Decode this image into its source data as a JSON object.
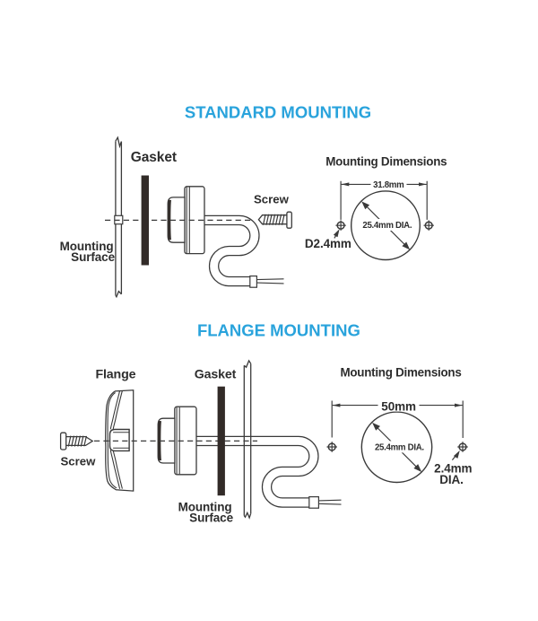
{
  "page": {
    "background": "#ffffff",
    "accent_color": "#29a3dc",
    "ink_color": "#3a3a3a",
    "gasket_color": "#322b28"
  },
  "standard_mounting": {
    "title": "STANDARD MOUNTING",
    "labels": {
      "gasket": "Gasket",
      "mounting_surface_line1": "Mounting",
      "mounting_surface_line2": "Surface",
      "screw": "Screw"
    },
    "dimensions": {
      "title": "Mounting Dimensions",
      "width": "31.8mm",
      "diameter": "25.4mm DIA.",
      "hole_diameter": "D2.4mm"
    }
  },
  "flange_mounting": {
    "title": "FLANGE MOUNTING",
    "labels": {
      "flange": "Flange",
      "gasket": "Gasket",
      "screw": "Screw",
      "mounting_surface_line1": "Mounting",
      "mounting_surface_line2": "Surface"
    },
    "dimensions": {
      "title": "Mounting Dimensions",
      "width": "50mm",
      "diameter": "25.4mm DIA.",
      "hole_diameter_line1": "2.4mm",
      "hole_diameter_line2": "DIA."
    }
  }
}
